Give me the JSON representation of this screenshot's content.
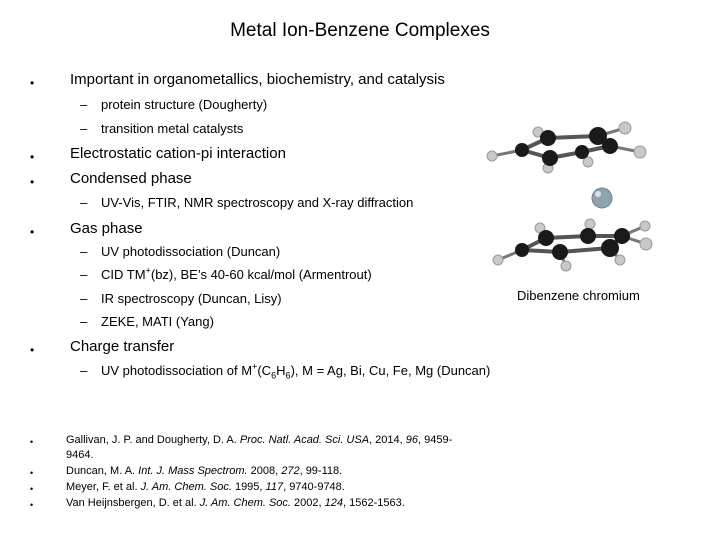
{
  "title": "Metal Ion-Benzene Complexes",
  "bullet_glyph": "•",
  "dash_glyph": "–",
  "bullets": {
    "b1": "Important in organometallics, biochemistry, and catalysis",
    "b1_sub1": "protein structure (Dougherty)",
    "b1_sub2": "transition metal catalysts",
    "b2": "Electrostatic cation-pi interaction",
    "b3": "Condensed phase",
    "b3_sub1": "UV-Vis, FTIR, NMR spectroscopy and X-ray diffraction",
    "b4": "Gas phase",
    "b4_sub1": "UV photodissociation (Duncan)",
    "b4_sub2_pre": "CID TM",
    "b4_sub2_sup": "+",
    "b4_sub2_post": "(bz), BE’s 40-60 kcal/mol (Armentrout)",
    "b4_sub3": "IR spectroscopy (Duncan, Lisy)",
    "b4_sub4": "ZEKE, MATI (Yang)",
    "b5": "Charge transfer",
    "b5_sub1_a": "UV photodissociation of M",
    "b5_sub1_sup": "+",
    "b5_sub1_b": "(C",
    "b5_sub1_sub1": "6",
    "b5_sub1_c": "H",
    "b5_sub1_sub2": "6",
    "b5_sub1_d": "), M = Ag, Bi, Cu, Fe, Mg (Duncan)"
  },
  "figure_caption": "Dibenzene chromium",
  "references": [
    {
      "authors": "Gallivan, J. P. and Dougherty, D. A. ",
      "journal": "Proc. Natl. Acad. Sci. USA",
      "year": ", 2014, ",
      "volume": "96",
      "pages": ", 9459-",
      "pages_cont": "9464."
    },
    {
      "authors": "Duncan, M. A. ",
      "journal": "Int. J. Mass Spectrom.",
      "year": " 2008, ",
      "volume": "272",
      "pages": ", 99-118."
    },
    {
      "authors": "Meyer, F. et al. ",
      "journal": "J. Am. Chem. Soc.",
      "year": " 1995, ",
      "volume": "117",
      "pages": ", 9740-9748."
    },
    {
      "authors": "Van Heijnsbergen, D. et al. ",
      "journal": "J. Am. Chem. Soc.",
      "year": " 2002, ",
      "volume": "124",
      "pages": ", 1562-1563."
    }
  ],
  "colors": {
    "carbon": "#1a1a1a",
    "hydrogen": "#c8c8c8",
    "chromium": "#8fa3ad"
  }
}
